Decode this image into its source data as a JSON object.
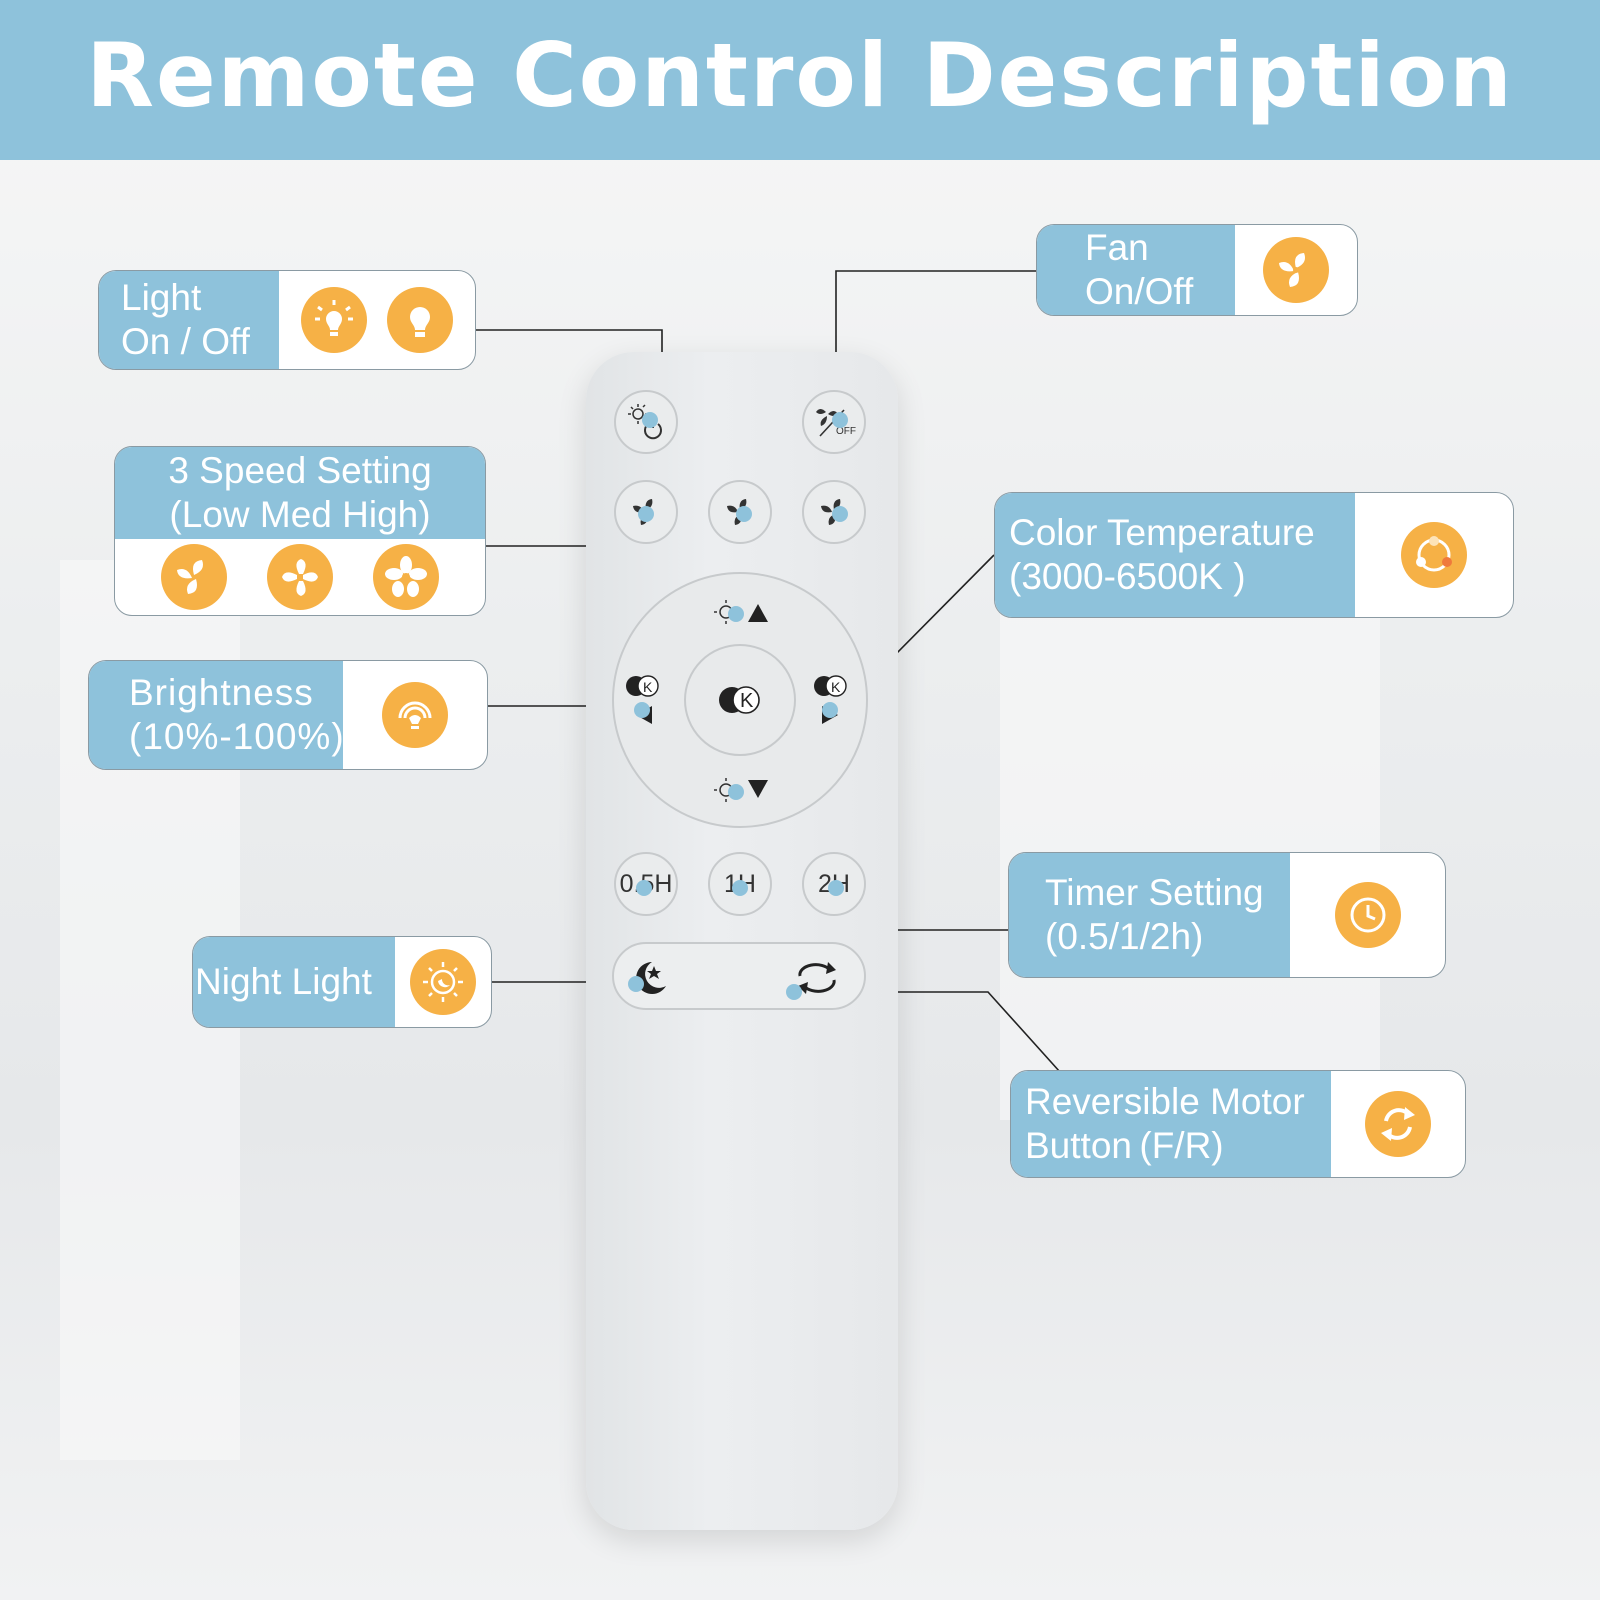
{
  "title": "Remote Control Description",
  "colors": {
    "header": "#8ec2db",
    "accent": "#f6b146",
    "remote": "#e6e8ea"
  },
  "callouts": {
    "light": {
      "line1": "Light",
      "line2": "On / Off",
      "icons": [
        "bulb-on-icon",
        "bulb-icon"
      ]
    },
    "fan": {
      "line1": "Fan",
      "line2": "On/Off",
      "icons": [
        "fan-icon"
      ]
    },
    "speed": {
      "line1": "3 Speed Setting",
      "line2": "(Low Med High)",
      "icons": [
        "fan-low-icon",
        "fan-med-icon",
        "fan-high-icon"
      ]
    },
    "color_temp": {
      "line1": "Color Temperature",
      "line2": "(3000-6500K )",
      "icons": [
        "color-temperature-icon"
      ]
    },
    "brightness": {
      "line1": "Brightness",
      "line2": "(10%-100%)",
      "icons": [
        "brightness-icon"
      ]
    },
    "timer": {
      "line1": "Timer Setting",
      "line2": "(0.5/1/2h)",
      "icons": [
        "clock-icon"
      ]
    },
    "night": {
      "line1": "Night Light",
      "icons": [
        "night-light-icon"
      ]
    },
    "reverse": {
      "line1": "Reversible Motor",
      "line2": "Button (F/R)",
      "icons": [
        "reverse-icon"
      ]
    }
  },
  "remote": {
    "fan_off_text": "OFF",
    "k_label": "K",
    "timers": [
      "0.5H",
      "1H",
      "2H"
    ]
  }
}
